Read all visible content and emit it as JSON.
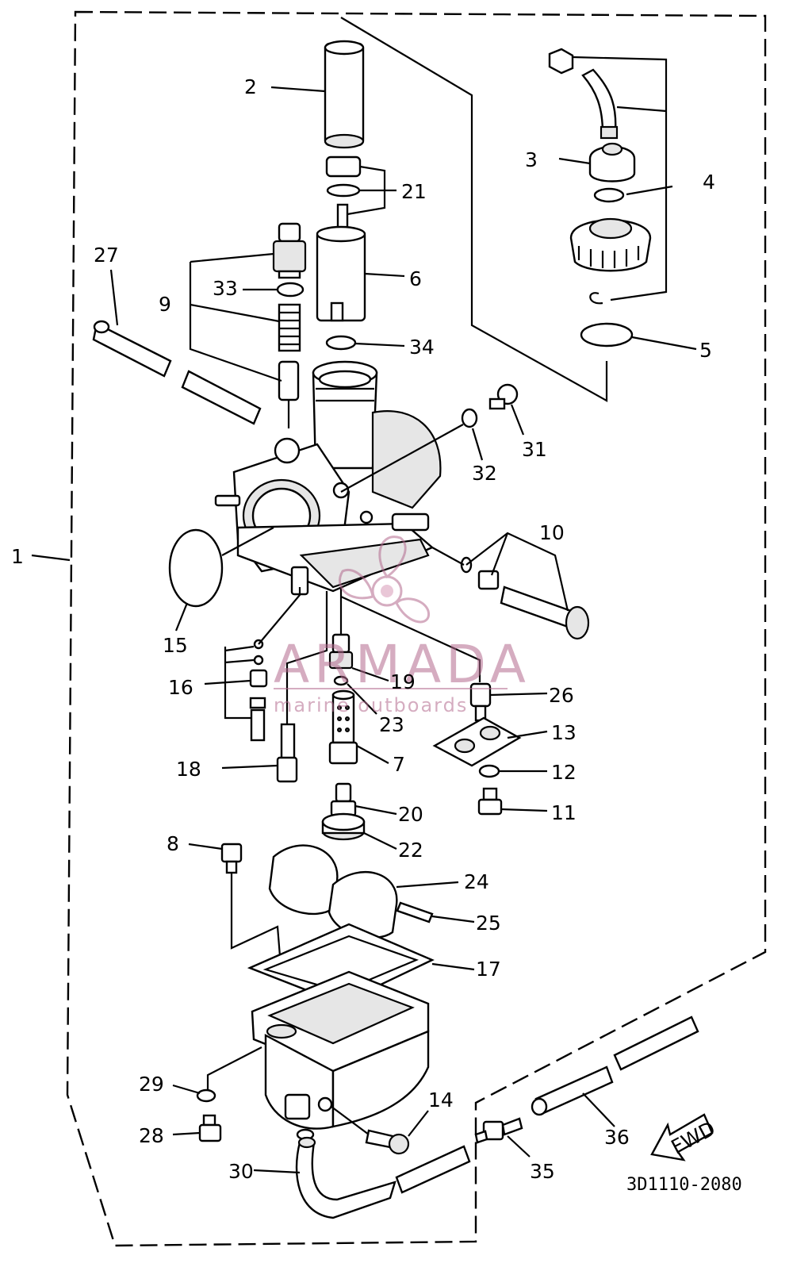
{
  "diagram": {
    "part_numbers": [
      "1",
      "2",
      "3",
      "4",
      "5",
      "6",
      "7",
      "8",
      "9",
      "10",
      "11",
      "12",
      "13",
      "14",
      "15",
      "16",
      "17",
      "18",
      "19",
      "20",
      "21",
      "22",
      "23",
      "24",
      "25",
      "26",
      "27",
      "28",
      "29",
      "30",
      "31",
      "32",
      "33",
      "34",
      "35",
      "36"
    ],
    "drawing_code": "3D1110-2080",
    "fwd_label": "FWD",
    "watermark": {
      "title": "ARMADA",
      "subtitle": "marine outboards",
      "color": "#b36a8e"
    }
  }
}
